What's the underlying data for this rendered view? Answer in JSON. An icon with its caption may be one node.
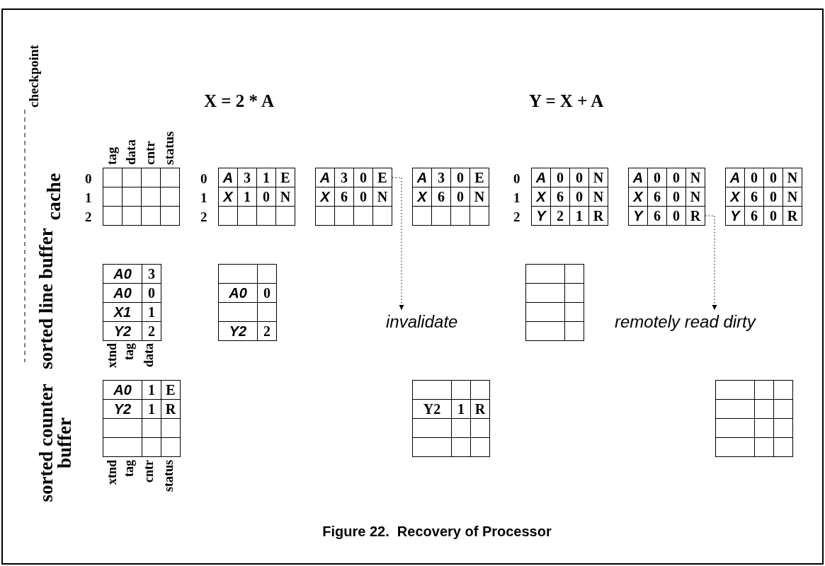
{
  "diagram": {
    "caption": "Figure 22.  Recovery of Processor",
    "nodes": [
      {
        "text": [
          "E"
        ]
      },
      {
        "text": [
          "invalidate"
        ]
      },
      {
        "text": [
          "R"
        ]
      },
      {
        "text": [
          "remotely read dirty"
        ]
      }
    ],
    "edges": [
      {
        "from": 0,
        "to": 1,
        "arrow": "to",
        "style": "dashed"
      },
      {
        "from": 2,
        "to": 3,
        "arrow": "to",
        "style": "dashed"
      }
    ],
    "labels": [
      "checkpoint",
      "X = 2 * A",
      "Y = X + A",
      "tag",
      "data",
      "cntr",
      "status",
      "cache",
      "0",
      "1",
      "2",
      "0",
      "1",
      "2",
      "A",
      "3",
      "1",
      "E",
      "X",
      "1",
      "0",
      "N",
      "A",
      "3",
      "0",
      "X",
      "6",
      "0",
      "N",
      "A",
      "3",
      "0",
      "E",
      "X",
      "6",
      "0",
      "N",
      "0",
      "1",
      "2",
      "A",
      "0",
      "0",
      "N",
      "X",
      "6",
      "0",
      "N",
      "Y",
      "2",
      "1",
      "R",
      "A",
      "0",
      "0",
      "N",
      "X",
      "6",
      "0",
      "N",
      "Y",
      "6",
      "0",
      "A",
      "0",
      "0",
      "N",
      "X",
      "6",
      "0",
      "N",
      "Y",
      "6",
      "0",
      "R",
      "sorted line buffer",
      "A0",
      "3",
      "A0",
      "0",
      "X1",
      "1",
      "Y2",
      "2",
      "xtnd",
      "tag",
      "data",
      "A0",
      "0",
      "Y2",
      "2",
      "sorted counter buffer",
      "A0",
      "1",
      "E",
      "Y2",
      "1",
      "R",
      "xtnd",
      "tag",
      "cntr",
      "status",
      "Y2",
      "1",
      "R"
    ]
  }
}
